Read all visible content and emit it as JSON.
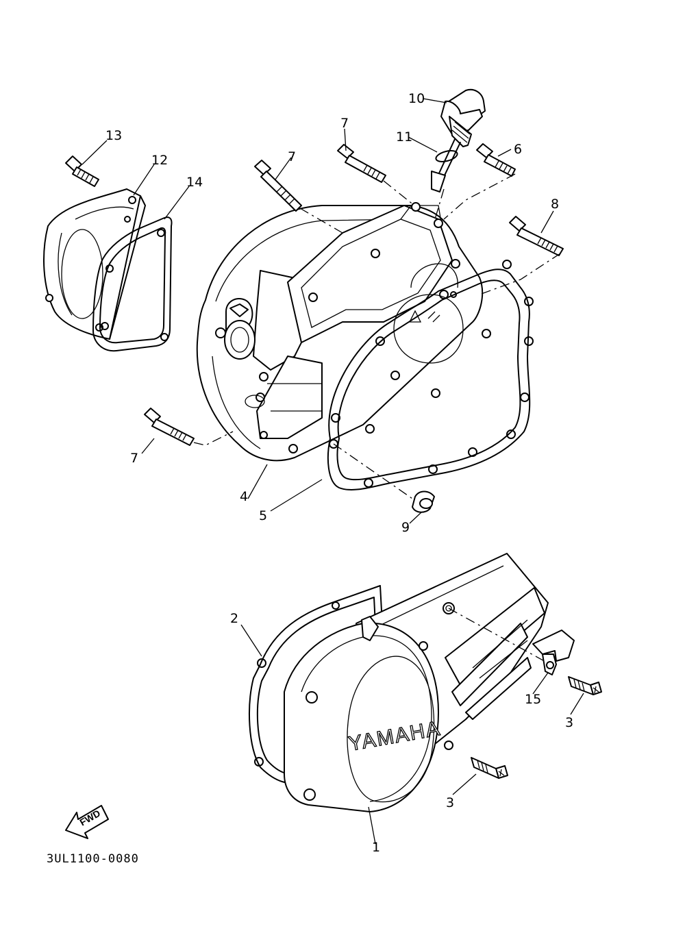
{
  "diagram_code": "3UL1100-0080",
  "direction_marker": "FWD",
  "cover_brand": "YAMAHA",
  "callouts": {
    "c1": "1",
    "c2": "2",
    "c3a": "3",
    "c3b": "3",
    "c4": "4",
    "c5": "5",
    "c6": "6",
    "c7a": "7",
    "c7b": "7",
    "c7c": "7",
    "c8": "8",
    "c9": "9",
    "c10": "10",
    "c11": "11",
    "c12": "12",
    "c13": "13",
    "c14": "14",
    "c15": "15"
  }
}
